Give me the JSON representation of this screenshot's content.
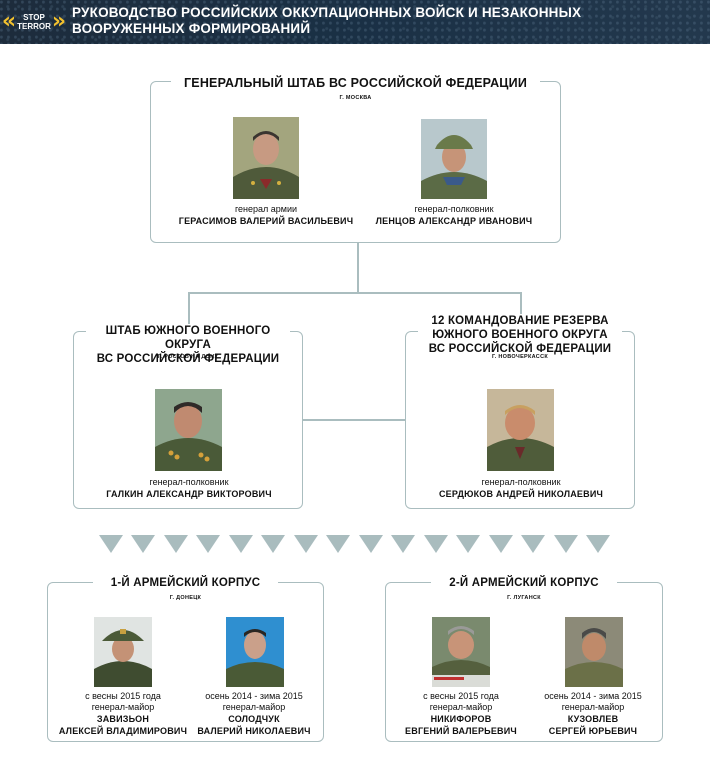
{
  "header": {
    "logo_top": "STOP",
    "logo_bottom": "TERROR",
    "title": "РУКОВОДСТВО РОССИЙСКИХ ОККУПАЦИОННЫХ ВОЙСК И НЕЗАКОННЫХ ВООРУЖЕННЫХ ФОРМИРОВАНИЙ"
  },
  "general_staff": {
    "title": "ГЕНЕРАЛЬНЫЙ ШТАБ ВС РОССИЙСКОЙ ФЕДЕРАЦИИ",
    "location": "Г. МОСКВА",
    "people": [
      {
        "rank": "генерал армии",
        "name": "ГЕРАСИМОВ ВАЛЕРИЙ ВАСИЛЬЕВИЧ"
      },
      {
        "rank": "генерал-полковник",
        "name": "ЛЕНЦОВ АЛЕКСАНДР ИВАНОВИЧ"
      }
    ]
  },
  "southern_district": {
    "title_line1": "ШТАБ ЮЖНОГО ВОЕННОГО ОКРУГА",
    "title_line2": "ВС РОССИЙСКОЙ ФЕДЕРАЦИИ",
    "location": "Г. РОСТОВ НА ДОНУ",
    "person": {
      "rank": "генерал-полковник",
      "name": "ГАЛКИН АЛЕКСАНДР ВИКТОРОВИЧ"
    }
  },
  "reserve_command": {
    "title_line1": "12 КОМАНДОВАНИЕ РЕЗЕРВА",
    "title_line2": "ЮЖНОГО ВОЕННОГО ОКРУГА",
    "title_line3": "ВС РОССИЙСКОЙ ФЕДЕРАЦИИ",
    "location": "Г. НОВОЧЕРКАССК",
    "person": {
      "rank": "генерал-полковник",
      "name": "СЕРДЮКОВ АНДРЕЙ НИКОЛАЕВИЧ"
    }
  },
  "corps1": {
    "title": "1-Й АРМЕЙСКИЙ КОРПУС",
    "location": "Г. ДОНЕЦК",
    "people": [
      {
        "date": "с весны 2015 года",
        "rank": "генерал-майор",
        "surname": "ЗАВИЗЬОН",
        "given": "АЛЕКСЕЙ ВЛАДИМИРОВИЧ"
      },
      {
        "date": "осень 2014 - зима 2015",
        "rank": "генерал-майор",
        "surname": "СОЛОДЧУК",
        "given": "ВАЛЕРИЙ НИКОЛАЕВИЧ"
      }
    ]
  },
  "corps2": {
    "title": "2-Й АРМЕЙСКИЙ КОРПУС",
    "location": "Г. ЛУГАНСК",
    "people": [
      {
        "date": "с весны 2015 года",
        "rank": "генерал-майор",
        "surname": "НИКИФОРОВ",
        "given": "ЕВГЕНИЙ ВАЛЕРЬЕВИЧ"
      },
      {
        "date": "осень 2014 - зима 2015",
        "rank": "генерал-майор",
        "surname": "КУЗОВЛЕВ",
        "given": "СЕРГЕЙ ЮРЬЕВИЧ"
      }
    ]
  },
  "colors": {
    "header_bg": "#1d2c3c",
    "logo_accent": "#f2c12e",
    "box_border": "#aabdbf",
    "arrow": "#a9bcbe"
  }
}
